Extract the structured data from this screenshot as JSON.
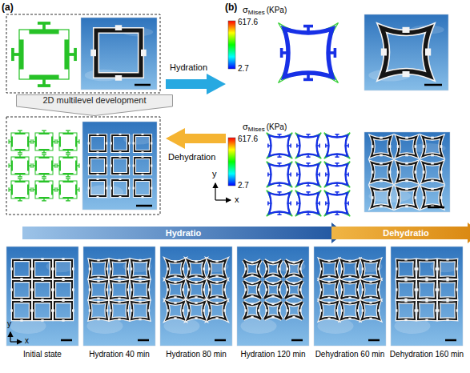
{
  "diagram": {
    "nodes": [
      {
        "text": [
          "2D multilevel development"
        ]
      },
      {
        "text": [
          "Hydratio"
        ]
      },
      {
        "text": [
          "Dehydratio"
        ]
      }
    ],
    "labels": [
      "(a)",
      "(b)",
      "σ",
      "Mises",
      "(KPa)",
      "617.6",
      "2.7",
      "Hydration",
      "σ",
      "Mises",
      "(KPa)",
      "617.6",
      "2.7",
      "Dehydration",
      "y",
      "x",
      "y",
      "x",
      "Initial state",
      "Hydration 40 min",
      "Hydration 80 min",
      "Hydration 120 min",
      "Dehydration 60 min",
      "Dehydration 160 min"
    ]
  }
}
